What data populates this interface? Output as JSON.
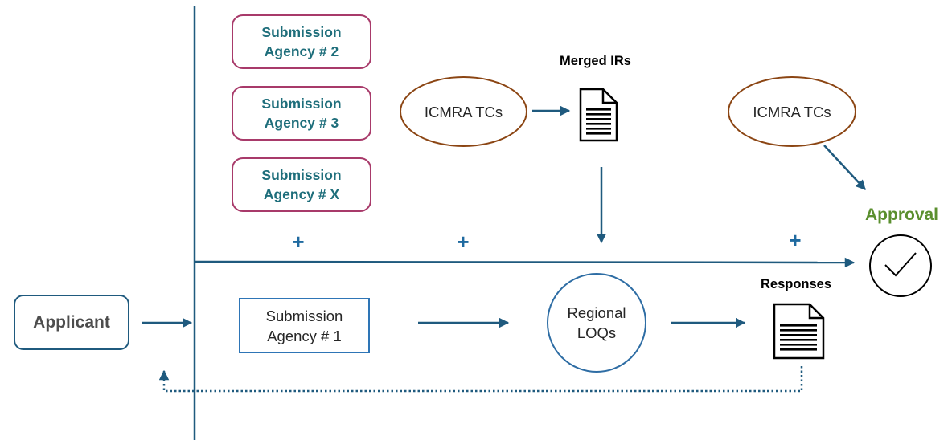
{
  "applicant": {
    "label": "Applicant"
  },
  "submissions": {
    "agency_2": "Submission\nAgency # 2",
    "agency_3": "Submission\nAgency # 3",
    "agency_x": "Submission\nAgency # X",
    "agency_1": "Submission\nAgency # 1"
  },
  "icmra_tcs_left": "ICMRA TCs",
  "icmra_tcs_right": "ICMRA TCs",
  "merged_irs": "Merged IRs",
  "regional_loqs": "Regional\nLOQs",
  "responses": "Responses",
  "approval": "Approval",
  "plus_sign": "+",
  "colors": {
    "arrow_blue": "#1f5a7e",
    "maroon": "#a83a6a",
    "teal_text": "#1e6e7b",
    "brown": "#8b4513",
    "approval_green": "#5a8f2e"
  },
  "icons": [
    "document-icon",
    "checkmark-circle-icon"
  ]
}
